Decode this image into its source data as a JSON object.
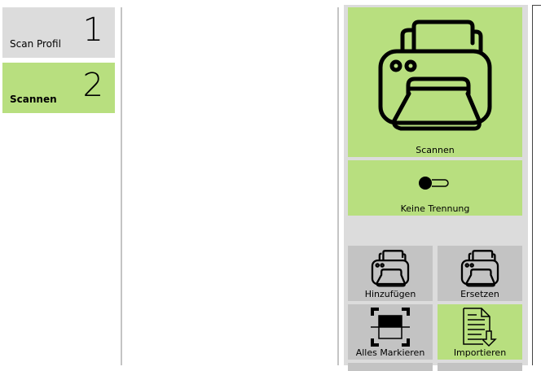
{
  "steps": [
    {
      "label": "Scan Profil",
      "number": "1"
    },
    {
      "label": "Scannen",
      "number": "2"
    }
  ],
  "actions": {
    "scan": "Scannen",
    "separation": "Keine Trennung",
    "add": "Hinzufügen",
    "replace": "Ersetzen",
    "select_all": "Alles Markieren",
    "import": "Importieren"
  },
  "colors": {
    "active": "#b8df7f",
    "inactive": "#dcdcdc",
    "tile_gray": "#c3c3c3"
  }
}
